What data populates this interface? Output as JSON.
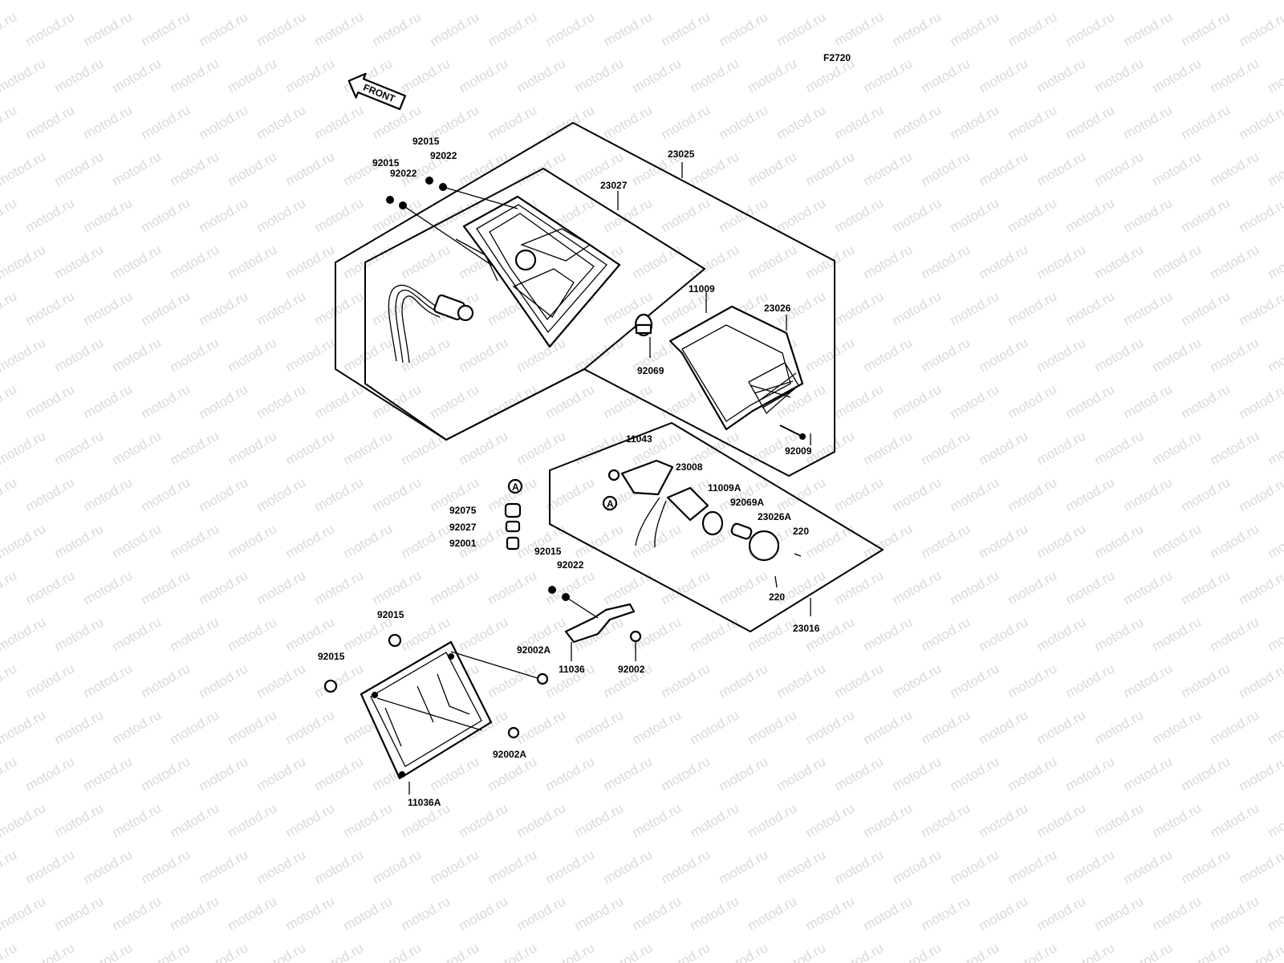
{
  "figure_code": "F2720",
  "front_label": "FRONT",
  "watermark": "motod.ru",
  "parts": [
    {
      "id": "p1",
      "label": "23025"
    },
    {
      "id": "p2",
      "label": "23027"
    },
    {
      "id": "p3",
      "label": "92015"
    },
    {
      "id": "p4",
      "label": "92022"
    },
    {
      "id": "p5",
      "label": "92015"
    },
    {
      "id": "p6",
      "label": "92022"
    },
    {
      "id": "p7",
      "label": "11009"
    },
    {
      "id": "p8",
      "label": "23026"
    },
    {
      "id": "p9",
      "label": "92069"
    },
    {
      "id": "p10",
      "label": "92009"
    },
    {
      "id": "p11",
      "label": "11043"
    },
    {
      "id": "p12",
      "label": "23008"
    },
    {
      "id": "p13",
      "label": "11009A"
    },
    {
      "id": "p14",
      "label": "92069A"
    },
    {
      "id": "p15",
      "label": "23026A"
    },
    {
      "id": "p16",
      "label": "220"
    },
    {
      "id": "p17",
      "label": "220"
    },
    {
      "id": "p18",
      "label": "23016"
    },
    {
      "id": "p19",
      "label": "92075"
    },
    {
      "id": "p20",
      "label": "92027"
    },
    {
      "id": "p21",
      "label": "92001"
    },
    {
      "id": "p22",
      "label": "92015"
    },
    {
      "id": "p23",
      "label": "92022"
    },
    {
      "id": "p24",
      "label": "92015"
    },
    {
      "id": "p25",
      "label": "92015"
    },
    {
      "id": "p26",
      "label": "92002A"
    },
    {
      "id": "p27",
      "label": "11036"
    },
    {
      "id": "p28",
      "label": "92002"
    },
    {
      "id": "p29",
      "label": "92002A"
    },
    {
      "id": "p30",
      "label": "11036A"
    }
  ],
  "connector_marks": [
    "A",
    "A"
  ]
}
